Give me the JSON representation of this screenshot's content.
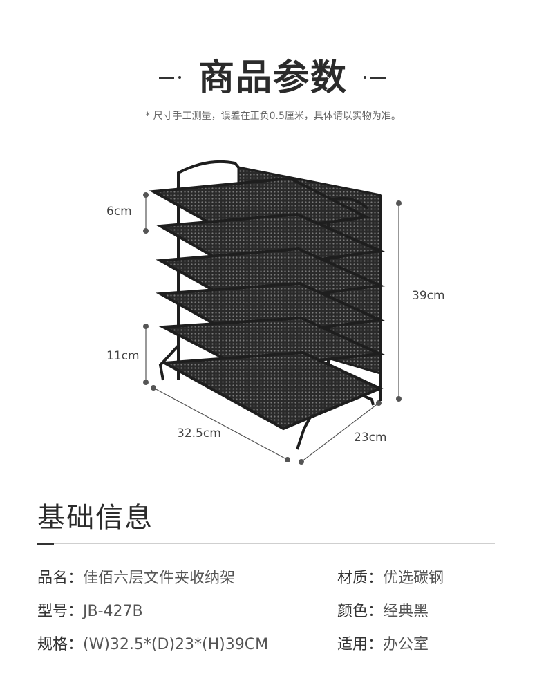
{
  "header": {
    "title": "商品参数",
    "disclaimer": "* 尺寸手工测量，误差在正负0.5厘米，具体请以实物为准。"
  },
  "dimensions": {
    "shelf_gap": "6cm",
    "bottom_gap": "11cm",
    "height": "39cm",
    "width": "32.5cm",
    "depth": "23cm"
  },
  "info": {
    "title": "基础信息",
    "specs": [
      {
        "label": "品名：",
        "value": "佳佰六层文件夹收纳架"
      },
      {
        "label": "材质：",
        "value": "优选碳钢"
      },
      {
        "label": "型号：",
        "value": "JB-427B"
      },
      {
        "label": "颜色：",
        "value": "经典黑"
      },
      {
        "label": "规格：",
        "value": "(W)32.5*(D)23*(H)39CM"
      },
      {
        "label": "适用：",
        "value": "办公室"
      }
    ]
  },
  "colors": {
    "product": "#1e1e1e",
    "dimension_lines": "#555555"
  }
}
